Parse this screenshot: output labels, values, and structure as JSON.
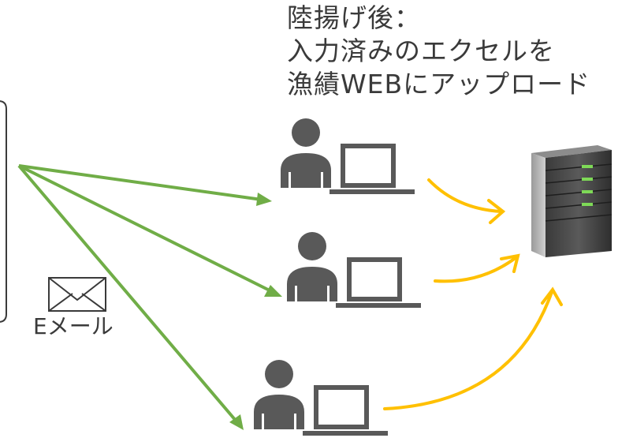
{
  "caption": {
    "line1": "陸揚げ後：",
    "line2": "入力済みのエクセルを",
    "line3": "漁績WEBにアップロード"
  },
  "email": {
    "label": "Eメール",
    "icon": "envelope-icon"
  },
  "users": [
    {
      "icon": "person-with-laptop-icon"
    },
    {
      "icon": "person-with-laptop-icon"
    },
    {
      "icon": "person-with-laptop-icon"
    }
  ],
  "server": {
    "icon": "server-icon"
  },
  "colors": {
    "send_arrow": "#70ad47",
    "upload_arrow": "#ffc000",
    "icon": "#595959",
    "text": "#3a3a3a"
  }
}
